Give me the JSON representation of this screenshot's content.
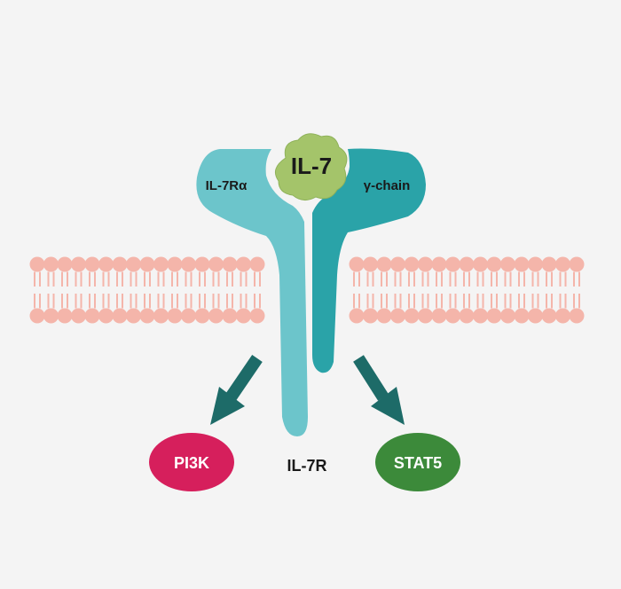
{
  "labels": {
    "ligand": "IL-7",
    "alpha_chain": "IL-7Rα",
    "gamma_chain": "γ-chain",
    "receptor": "IL-7R",
    "pi3k": "PI3K",
    "stat5": "STAT5"
  },
  "colors": {
    "background": "#f4f4f4",
    "membrane": "#f4b5aa",
    "alpha_chain": "#6cc5cb",
    "gamma_chain": "#2aa3a8",
    "ligand": "#a4c46a",
    "arrow": "#1d6b68",
    "pi3k": "#d61f5c",
    "stat5": "#3c8a3a",
    "label_text": "#1a1a1a",
    "node_text": "#ffffff"
  },
  "icons": {
    "ligand": "il7-cytokine-icon",
    "membrane": "lipid-bilayer-icon"
  }
}
